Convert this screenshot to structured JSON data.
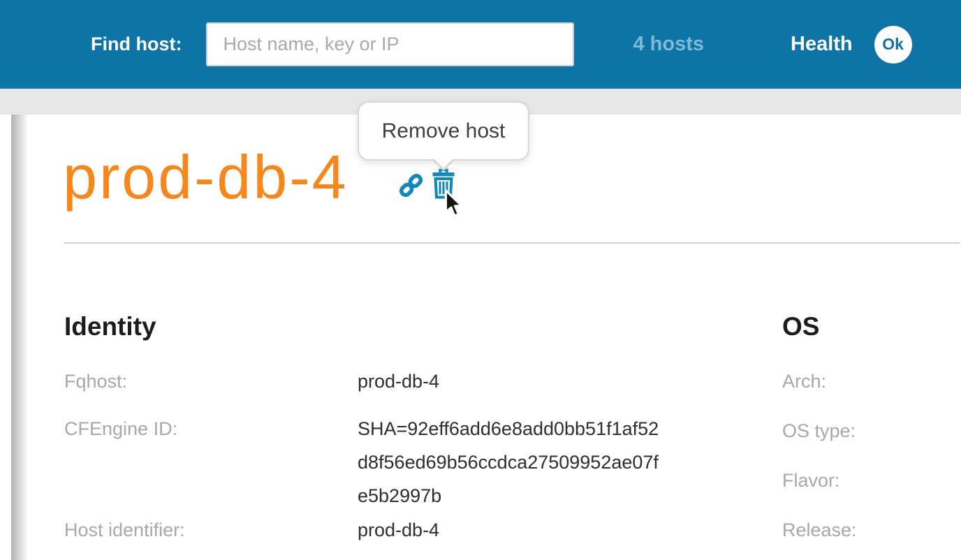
{
  "header": {
    "find_host_label": "Find host:",
    "search_placeholder": "Host name, key or IP",
    "search_value": "",
    "hosts_count_label": "4 hosts",
    "health_label": "Health",
    "health_status": "Ok"
  },
  "host": {
    "title": "prod-db-4",
    "actions": [
      {
        "name": "host-link",
        "icon": "chain-link-icon"
      },
      {
        "name": "remove-host",
        "icon": "trash-icon",
        "tooltip": "Remove host"
      }
    ]
  },
  "identity": {
    "section_title": "Identity",
    "rows": [
      {
        "label": "Fqhost:",
        "value": "prod-db-4"
      },
      {
        "label": "CFEngine ID:",
        "value": "SHA=92eff6add6e8add0bb51f1af52d8f56ed69b56ccdca27509952ae07fe5b2997b"
      },
      {
        "label": "Host identifier:",
        "value": "prod-db-4"
      }
    ]
  },
  "os": {
    "section_title": "OS",
    "rows": [
      {
        "label": "Arch:",
        "value": ""
      },
      {
        "label": "OS type:",
        "value": ""
      },
      {
        "label": "Flavor:",
        "value": ""
      },
      {
        "label": "Release:",
        "value": ""
      }
    ]
  },
  "colors": {
    "header_blue": "#0e74a6",
    "accent_orange": "#f6871d",
    "icon_blue": "#1187ba",
    "hosts_link_blue": "#7dbad8",
    "status_ok_bg": "#ffffff",
    "status_ok_text": "#0e74a6",
    "label_gray": "#a8a8a8"
  }
}
